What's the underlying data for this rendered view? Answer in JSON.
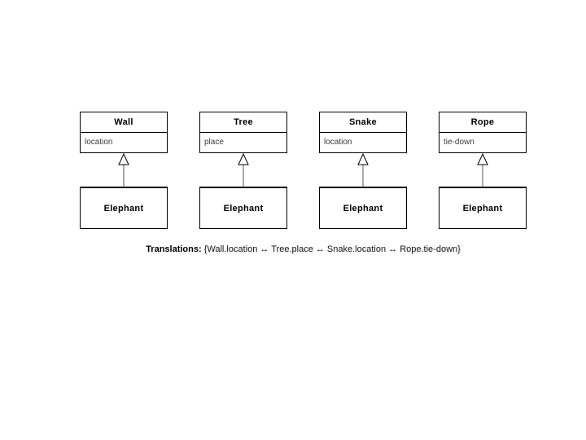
{
  "diagram": {
    "columns": [
      {
        "class_name": "Wall",
        "attribute": "location",
        "subclass": "Elephant"
      },
      {
        "class_name": "Tree",
        "attribute": "place",
        "subclass": "Elephant"
      },
      {
        "class_name": "Snake",
        "attribute": "location",
        "subclass": "Elephant"
      },
      {
        "class_name": "Rope",
        "attribute": "tie-down",
        "subclass": "Elephant"
      }
    ],
    "relationship": "generalization",
    "caption": {
      "label": "Translations:",
      "text": " {Wall.location ↔ Tree.place ↔ Snake.location ↔ Rope.tie-down}"
    },
    "colors": {
      "line": "#000000",
      "background": "#ffffff",
      "attribute_text": "#3a3a3a"
    }
  }
}
